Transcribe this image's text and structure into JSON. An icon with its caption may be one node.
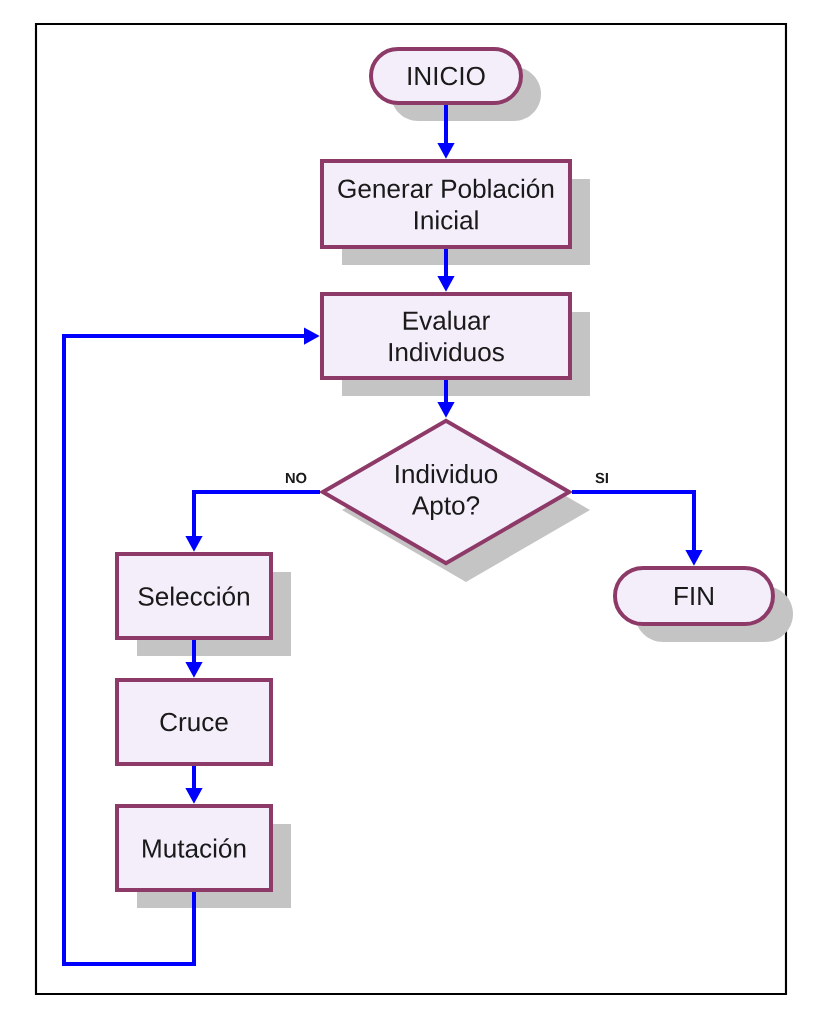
{
  "diagram": {
    "nodes": [
      {
        "text": [
          "INICIO"
        ]
      },
      {
        "text": [
          "Generar Población Inicial"
        ]
      },
      {
        "text": [
          "Evaluar Individuos"
        ]
      },
      {
        "text": [
          "Individuo Apto?"
        ]
      },
      {
        "text": [
          "Selección"
        ]
      },
      {
        "text": [
          "FIN"
        ]
      },
      {
        "text": [
          "Cruce"
        ]
      },
      {
        "text": [
          "Mutación"
        ]
      }
    ],
    "edges": [
      {
        "from": 0,
        "to": 1,
        "arrow": "to"
      },
      {
        "from": 1,
        "to": 2,
        "arrow": "to"
      },
      {
        "from": 2,
        "to": 3,
        "arrow": "to"
      },
      {
        "from": 3,
        "to": 4,
        "arrow": "to",
        "label": "NO"
      },
      {
        "from": 3,
        "to": 5,
        "arrow": "to",
        "label": "SI"
      },
      {
        "from": 4,
        "to": 6,
        "arrow": "to"
      },
      {
        "from": 6,
        "to": 7,
        "arrow": "to"
      },
      {
        "from": 7,
        "to": 2,
        "arrow": "to"
      }
    ]
  }
}
